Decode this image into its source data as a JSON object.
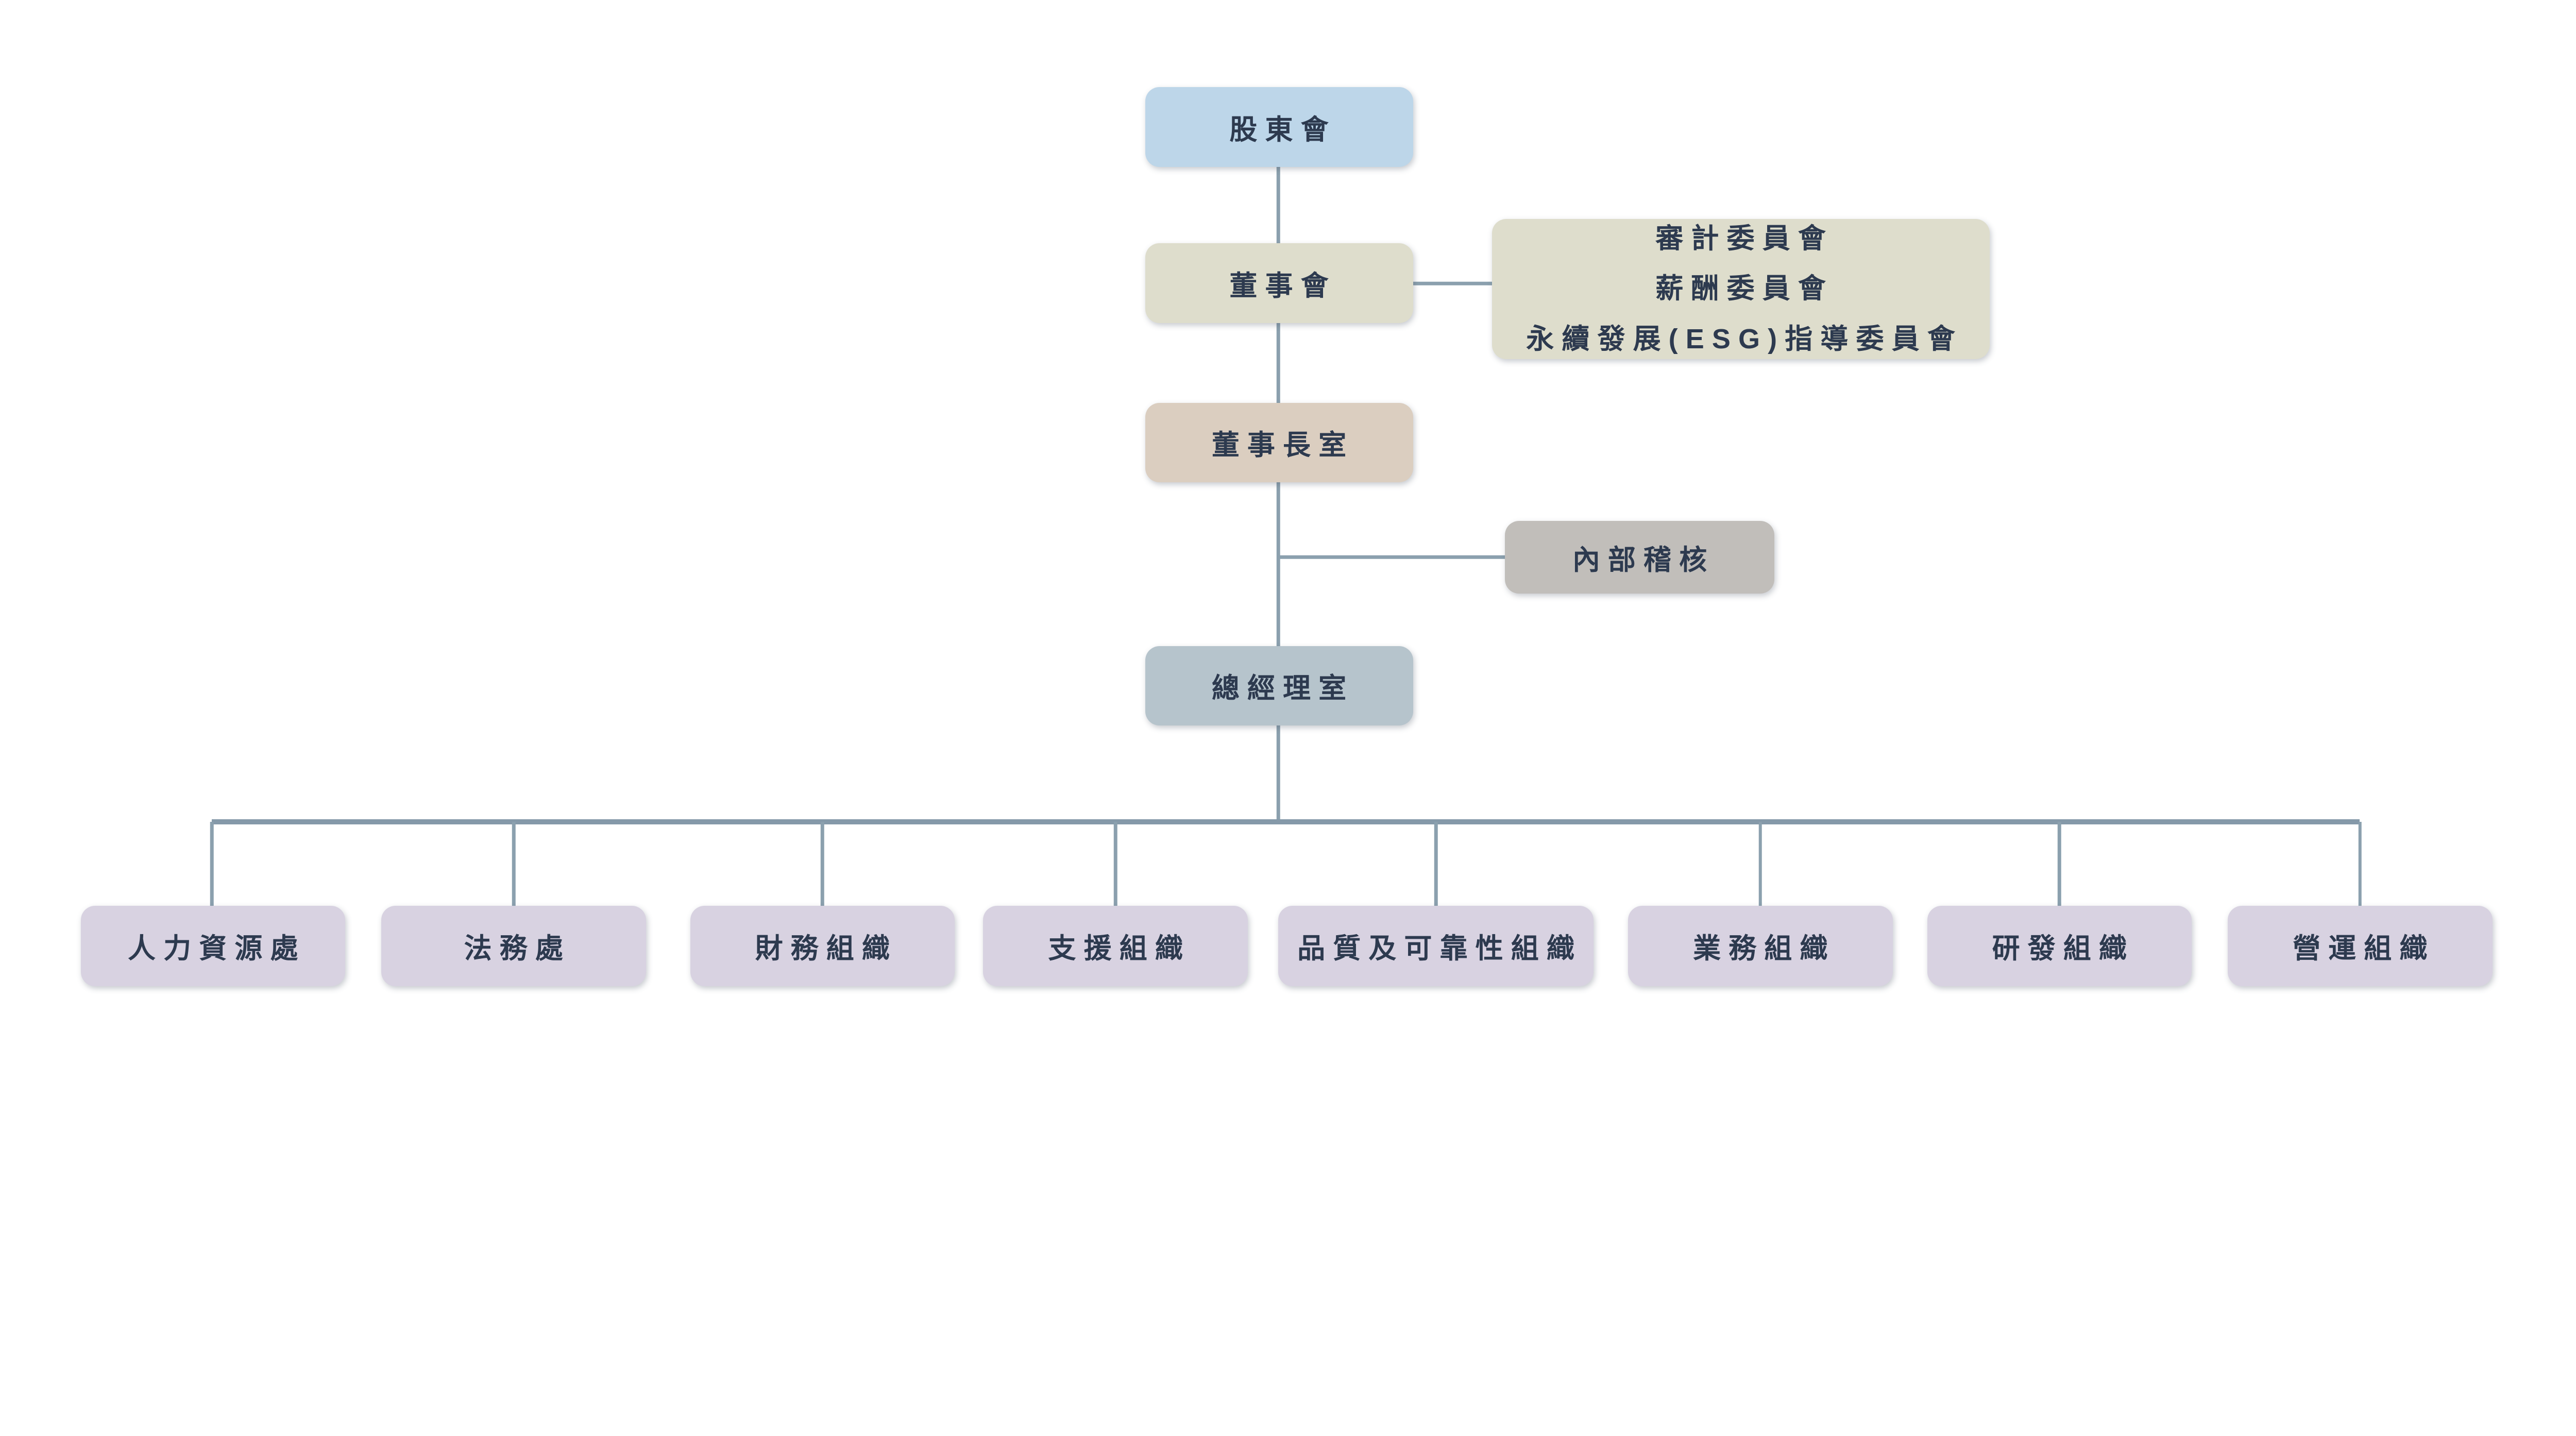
{
  "org": {
    "background": "#ffffff",
    "connector_color": "#8ba0ae",
    "text_color": "#2d3a4f",
    "nodes": {
      "shareholders": {
        "label": "股東會",
        "color": "#bdd6e9"
      },
      "board": {
        "label": "董事會",
        "color": "#deddcc"
      },
      "board_committees": {
        "color": "#deddcc",
        "lines": [
          "審計委員會",
          "薪酬委員會",
          "永續發展(ESG)指導委員會"
        ]
      },
      "chairman_office": {
        "label": "董事長室",
        "color": "#dbcec0"
      },
      "internal_audit": {
        "label": "內部稽核",
        "color": "#c1beba"
      },
      "president_office": {
        "label": "總經理室",
        "color": "#b6c4cc"
      },
      "divisions": {
        "color": "#d8d2e1",
        "items": [
          {
            "label": "人力資源處"
          },
          {
            "label": "法務處"
          },
          {
            "label": "財務組織"
          },
          {
            "label": "支援組織"
          },
          {
            "label": "品質及可靠性組織"
          },
          {
            "label": "業務組織"
          },
          {
            "label": "研發組織"
          },
          {
            "label": "營運組織"
          }
        ]
      }
    }
  }
}
